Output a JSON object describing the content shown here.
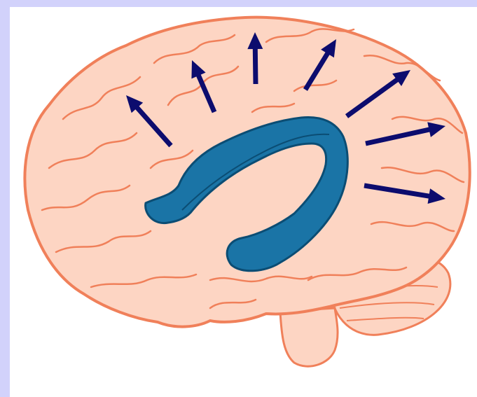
{
  "colors": {
    "page_background": "#d2d2fb",
    "panel_background": "#ffffff",
    "brain_fill": "#fdd5c3",
    "brain_outline": "#f0805a",
    "ventricle_fill": "#1a74a6",
    "ventricle_outline": "#0b4d74",
    "arrow_color": "#0c0c6e"
  },
  "diagram": {
    "subject": "brain-lateral-view",
    "highlight": "lateral-ventricles",
    "arrow_count": 7
  }
}
